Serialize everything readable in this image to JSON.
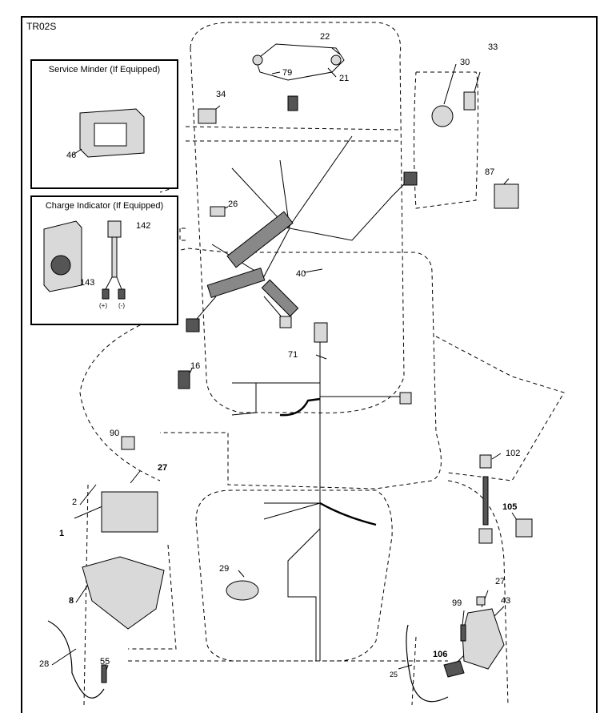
{
  "diagram_code": "TR02S",
  "insets": {
    "service_minder": "Service Minder (If Equipped)",
    "charge_indicator": "Charge Indicator (If Equipped)",
    "positive": "(+)",
    "negative": "(-)"
  },
  "callouts": {
    "p1": "1",
    "p2": "2",
    "p8": "8",
    "p16": "16",
    "p21": "21",
    "p22": "22",
    "p25": "25",
    "p26": "26",
    "p27a": "27",
    "p27b": "27",
    "p28": "28",
    "p29": "29",
    "p30": "30",
    "p33": "33",
    "p34": "34",
    "p40": "40",
    "p43": "43",
    "p46": "46",
    "p55": "55",
    "p71": "71",
    "p79": "79",
    "p87": "87",
    "p90": "90",
    "p99": "99",
    "p102": "102",
    "p105": "105",
    "p106": "106",
    "p142": "142",
    "p143": "143"
  },
  "colors": {
    "line": "#000000",
    "part_fill": "#d9d9d9",
    "part_dark": "#555555",
    "background": "#ffffff"
  }
}
